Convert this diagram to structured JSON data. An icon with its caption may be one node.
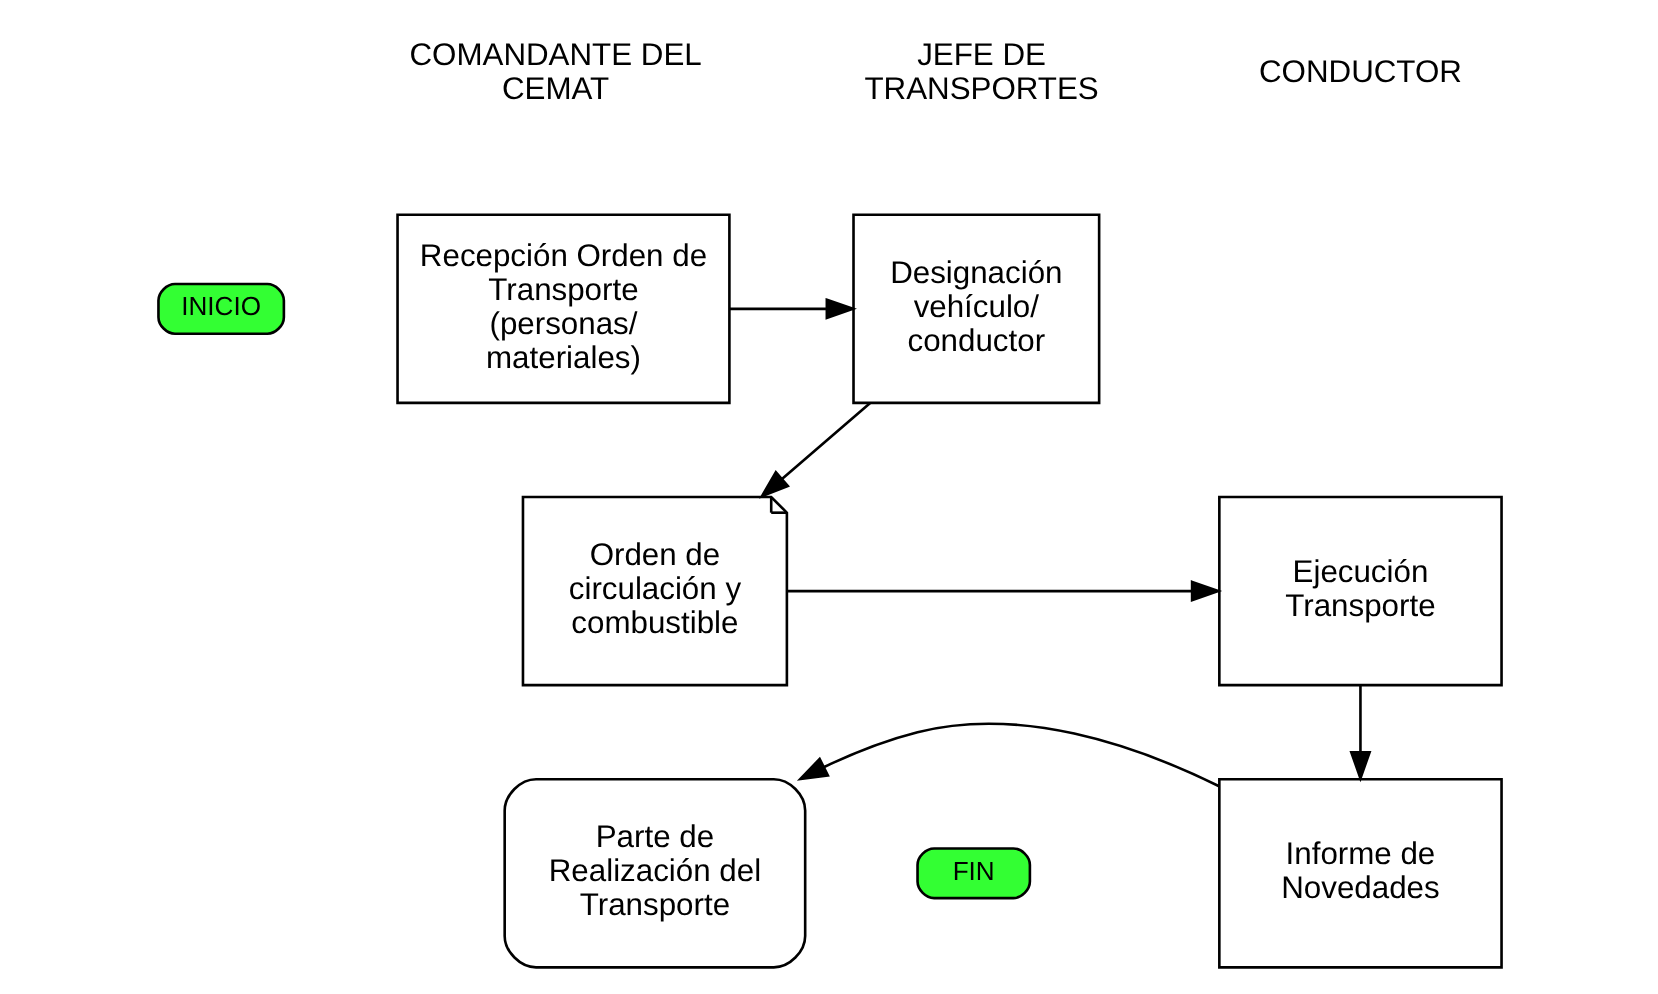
{
  "diagram": {
    "nodes": [
      {
        "text": [
          "INICIO"
        ]
      },
      {
        "text": [
          "Recepción Orden de Transporte (personas/ materiales)"
        ]
      },
      {
        "text": [
          "Designación vehículo/ conductor"
        ]
      },
      {
        "text": [
          "Orden de circulación y combustible"
        ]
      },
      {
        "text": [
          "Ejecución Transporte"
        ]
      },
      {
        "text": [
          "Informe de Novedades"
        ]
      },
      {
        "text": [
          "Parte de Realización del Transporte"
        ]
      },
      {
        "text": [
          "FIN"
        ]
      }
    ],
    "edges": [
      {
        "from": 1,
        "to": 2,
        "arrow": "to"
      },
      {
        "from": 2,
        "to": 3,
        "arrow": "to"
      },
      {
        "from": 3,
        "to": 4,
        "arrow": "to"
      },
      {
        "from": 4,
        "to": 5,
        "arrow": "to"
      },
      {
        "from": 5,
        "to": 6,
        "arrow": "to"
      }
    ],
    "labels": [
      "COMANDANTE DEL CEMAT",
      "JEFE DE TRANSPORTES",
      "CONDUCTOR"
    ]
  }
}
